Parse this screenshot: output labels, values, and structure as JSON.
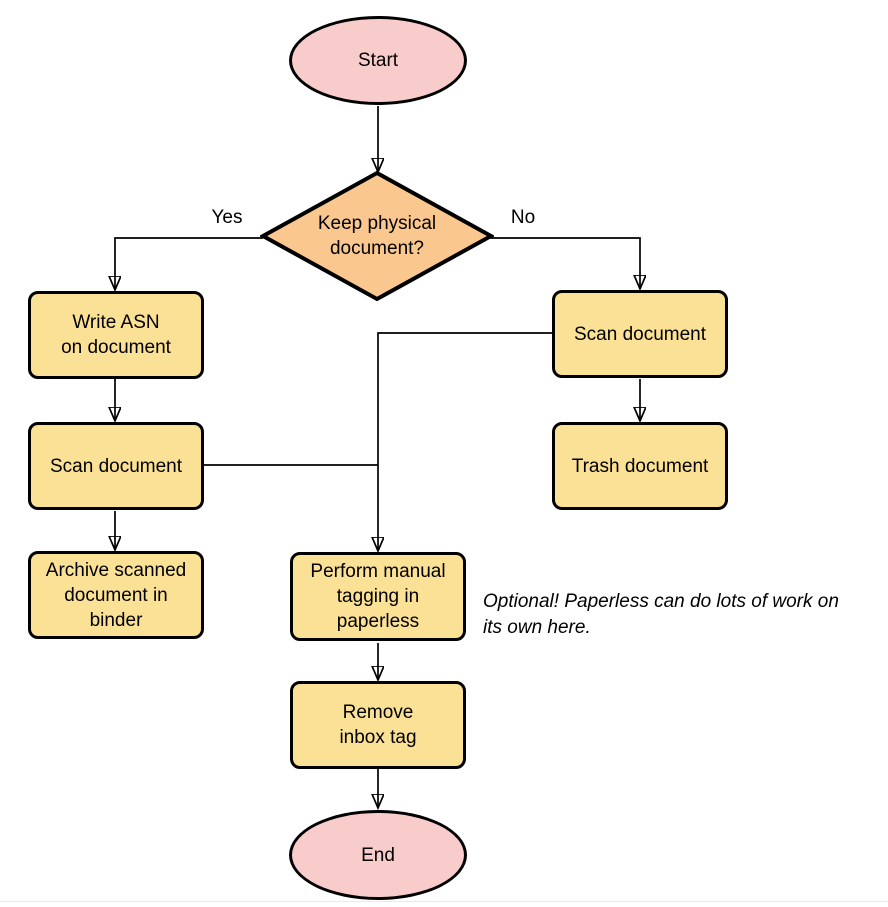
{
  "diagram": {
    "nodes": {
      "start": {
        "label": "Start",
        "shape": "terminator"
      },
      "decision": {
        "label": "Keep physical\ndocument?",
        "shape": "decision"
      },
      "write_asn": {
        "label": "Write ASN\non document",
        "shape": "process"
      },
      "scan_left": {
        "label": "Scan document",
        "shape": "process"
      },
      "archive": {
        "label": "Archive scanned\ndocument in\nbinder",
        "shape": "process"
      },
      "scan_right": {
        "label": "Scan document",
        "shape": "process"
      },
      "trash": {
        "label": "Trash document",
        "shape": "process"
      },
      "tagging": {
        "label": "Perform manual\ntagging in\npaperless",
        "shape": "process"
      },
      "remove_inbox": {
        "label": "Remove\ninbox tag",
        "shape": "process"
      },
      "end": {
        "label": "End",
        "shape": "terminator"
      }
    },
    "edge_labels": {
      "yes": "Yes",
      "no": "No"
    },
    "annotation": "Optional! Paperless can do lots of work on\nits own here.",
    "colors": {
      "terminator_fill": "#F7CCCB",
      "process_fill": "#FBE196",
      "decision_fill": "#FAC78F",
      "stroke": "#000000",
      "background": "#FFFFFF"
    }
  }
}
